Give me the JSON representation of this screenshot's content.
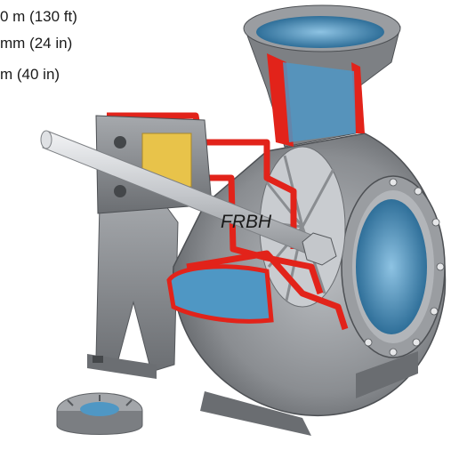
{
  "specs": [
    "0 m (130 ft)",
    "mm (24 in)",
    "m (40 in)"
  ],
  "model_label": "FRBH",
  "colors": {
    "casing_grey": "#8a8d91",
    "casing_dark": "#5f6266",
    "cut_red": "#e2231a",
    "water_blue": "#4f97c4",
    "bearing_yellow": "#e8c34a"
  }
}
